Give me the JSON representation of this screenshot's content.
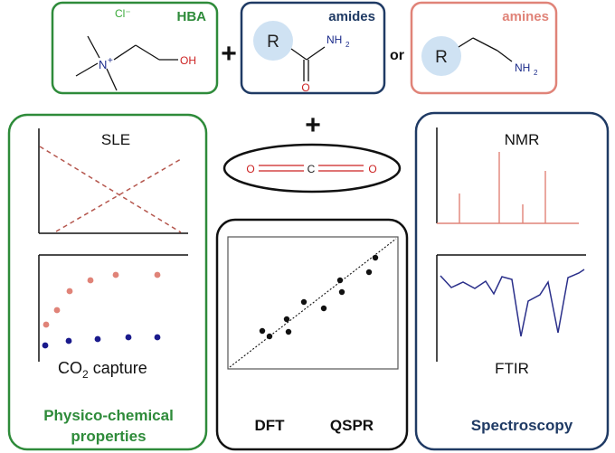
{
  "colors": {
    "green": "#2e8b3a",
    "navy": "#1f3a64",
    "salmon": "#e08378",
    "red": "#cc2222",
    "blue_text": "#1a2a8a",
    "light_blue": "#cfe2f3",
    "sle_line": "#b5574e",
    "nmr_peak": "#e08378",
    "ftir_line": "#2a2f8a",
    "co2_dot_high": "#e08378",
    "co2_dot_low": "#1a1a8c",
    "text": "#111111"
  },
  "hba": {
    "title": "HBA",
    "counter_ion": "Cl⁻",
    "n_label": "N",
    "n_charge": "+",
    "oh_label": "OH"
  },
  "plus_1": "+",
  "amides": {
    "title": "amides",
    "r_label": "R",
    "nh_label": "NH",
    "nh_sub": "2",
    "o_label": "O"
  },
  "or_label": "or",
  "amines": {
    "title": "amines",
    "r_label": "R",
    "nh_label": "NH",
    "nh_sub": "2"
  },
  "plus_2": "+",
  "co2": {
    "o_left": "O",
    "c_label": "C",
    "o_right": "O"
  },
  "physico": {
    "sle_label": "SLE",
    "capture_label_pre": "CO",
    "capture_label_sub": "2",
    "capture_label_post": " capture",
    "title_line1": "Physico-chemical",
    "title_line2": "properties"
  },
  "model": {
    "dft_label": "DFT",
    "qspr_label": "QSPR"
  },
  "spectroscopy": {
    "nmr_label": "NMR",
    "ftir_label": "FTIR",
    "title": "Spectroscopy"
  }
}
